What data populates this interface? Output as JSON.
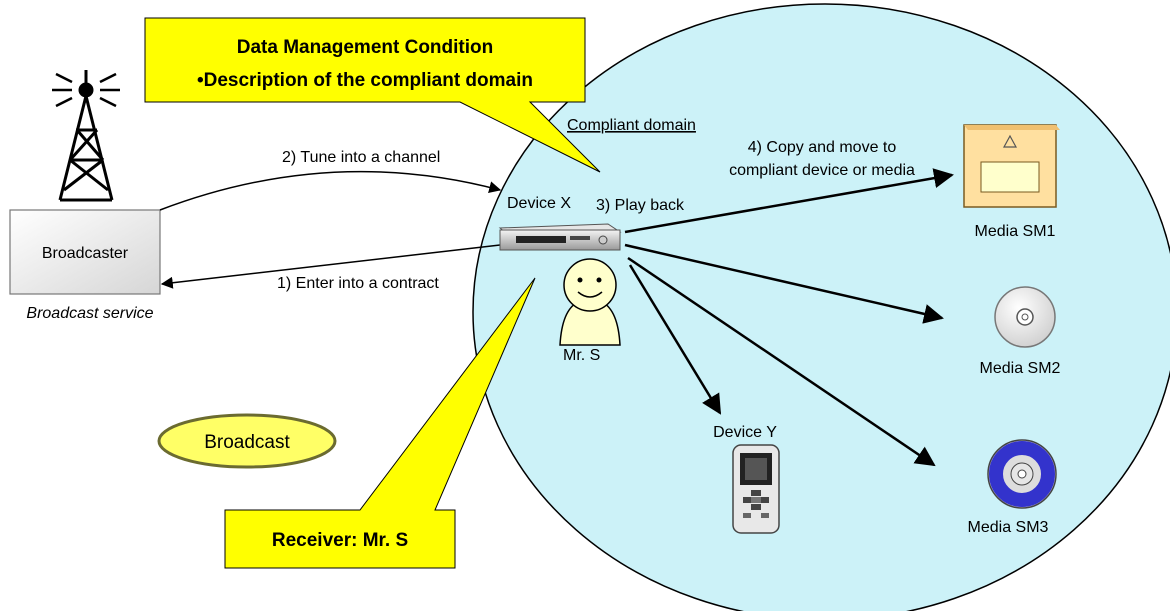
{
  "callout_top": {
    "line1": "Data Management Condition",
    "line2": "•Description of the compliant domain"
  },
  "callout_bottom": {
    "text": "Receiver: Mr. S"
  },
  "domain_label": "Compliant domain",
  "broadcaster": {
    "label": "Broadcaster",
    "caption": "Broadcast service"
  },
  "broadcast_badge": "Broadcast",
  "arrows": {
    "tune": "2) Tune into a channel",
    "contract": "1) Enter into a contract",
    "playback": "3) Play back",
    "copy_line1": "4) Copy and move to",
    "copy_line2": "compliant device or media"
  },
  "devices": {
    "device_x": "Device X",
    "device_y": "Device Y",
    "person": "Mr. S",
    "sm1": "Media SM1",
    "sm2": "Media SM2",
    "sm3": "Media SM3"
  },
  "colors": {
    "domain_fill": "#ccf2f8",
    "callout_fill": "#ffff00",
    "badge_fill": "#ffff66",
    "sm3_ring": "#3333cc",
    "sm1_fill": "#ffe0a0"
  }
}
